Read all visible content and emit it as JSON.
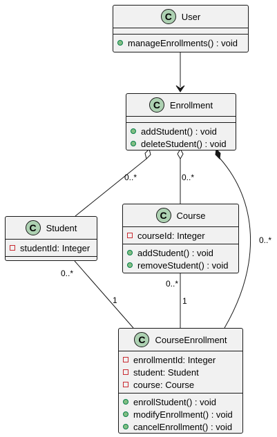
{
  "classes": {
    "user": {
      "name": "User",
      "badge": "C",
      "attributes": [],
      "methods": [
        {
          "visibility": "public",
          "text": "manageEnrollments() : void"
        }
      ]
    },
    "enrollment": {
      "name": "Enrollment",
      "badge": "C",
      "attributes": [],
      "methods": [
        {
          "visibility": "public",
          "text": "addStudent() : void"
        },
        {
          "visibility": "public",
          "text": "deleteStudent() : void"
        }
      ]
    },
    "student": {
      "name": "Student",
      "badge": "C",
      "attributes": [
        {
          "visibility": "private",
          "text": "studentId: Integer"
        }
      ],
      "methods": []
    },
    "course": {
      "name": "Course",
      "badge": "C",
      "attributes": [
        {
          "visibility": "private",
          "text": "courseId: Integer"
        }
      ],
      "methods": [
        {
          "visibility": "public",
          "text": "addStudent() : void"
        },
        {
          "visibility": "public",
          "text": "removeStudent() : void"
        }
      ]
    },
    "courseEnrollment": {
      "name": "CourseEnrollment",
      "badge": "C",
      "attributes": [
        {
          "visibility": "private",
          "text": "enrollmentId: Integer"
        },
        {
          "visibility": "private",
          "text": "student: Student"
        },
        {
          "visibility": "private",
          "text": "course: Course"
        }
      ],
      "methods": [
        {
          "visibility": "public",
          "text": "enrollStudent() : void"
        },
        {
          "visibility": "public",
          "text": "modifyEnrollment() : void"
        },
        {
          "visibility": "public",
          "text": "cancelEnrollment() : void"
        }
      ]
    }
  },
  "multiplicities": {
    "enrollment_student": "0..*",
    "enrollment_course": "0..*",
    "enrollment_courseEnrollment": "0..*",
    "student_end": "0..*",
    "courseEnrollment_from_student": "1",
    "course_end": "0..*",
    "courseEnrollment_from_course": "1"
  },
  "colors": {
    "class_fill": "#f1f1f1",
    "border": "#181818",
    "badge_fill": "#add1b2",
    "public_fill": "#84be84",
    "private_border": "#c82930"
  }
}
